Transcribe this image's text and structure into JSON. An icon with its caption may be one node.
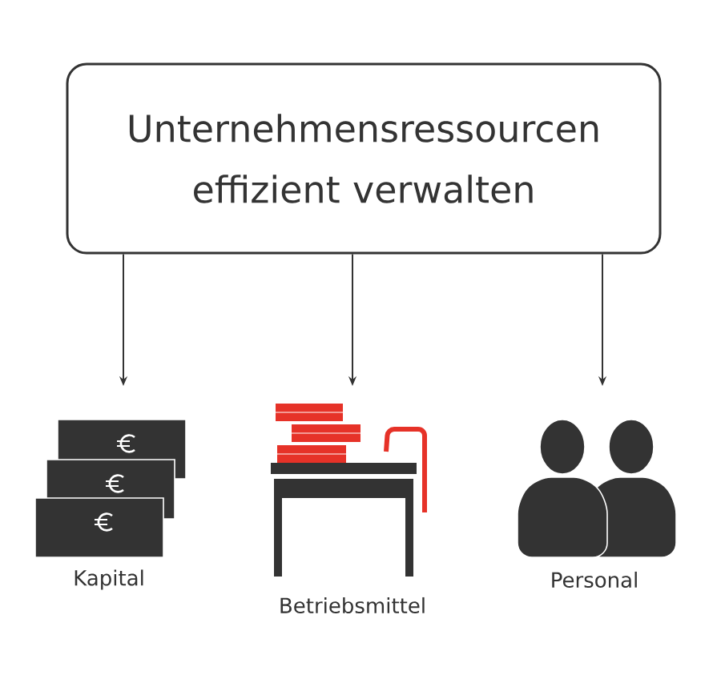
{
  "diagram": {
    "nodes": [
      {
        "text": [
          "Unternehmensressourcen effizient verwalten"
        ]
      },
      {
        "text": [],
        "shape": "picture",
        "beside": [
          "Kapital"
        ]
      },
      {
        "text": [],
        "shape": "picture",
        "beside": [
          "Betriebsmittel"
        ]
      },
      {
        "text": [],
        "shape": "picture",
        "beside": [
          "Personal"
        ]
      }
    ],
    "edges": [
      {
        "from": 0,
        "to": 1,
        "arrow": "to"
      },
      {
        "from": 0,
        "to": 2,
        "arrow": "to"
      },
      {
        "from": 0,
        "to": 3,
        "arrow": "to"
      }
    ]
  }
}
